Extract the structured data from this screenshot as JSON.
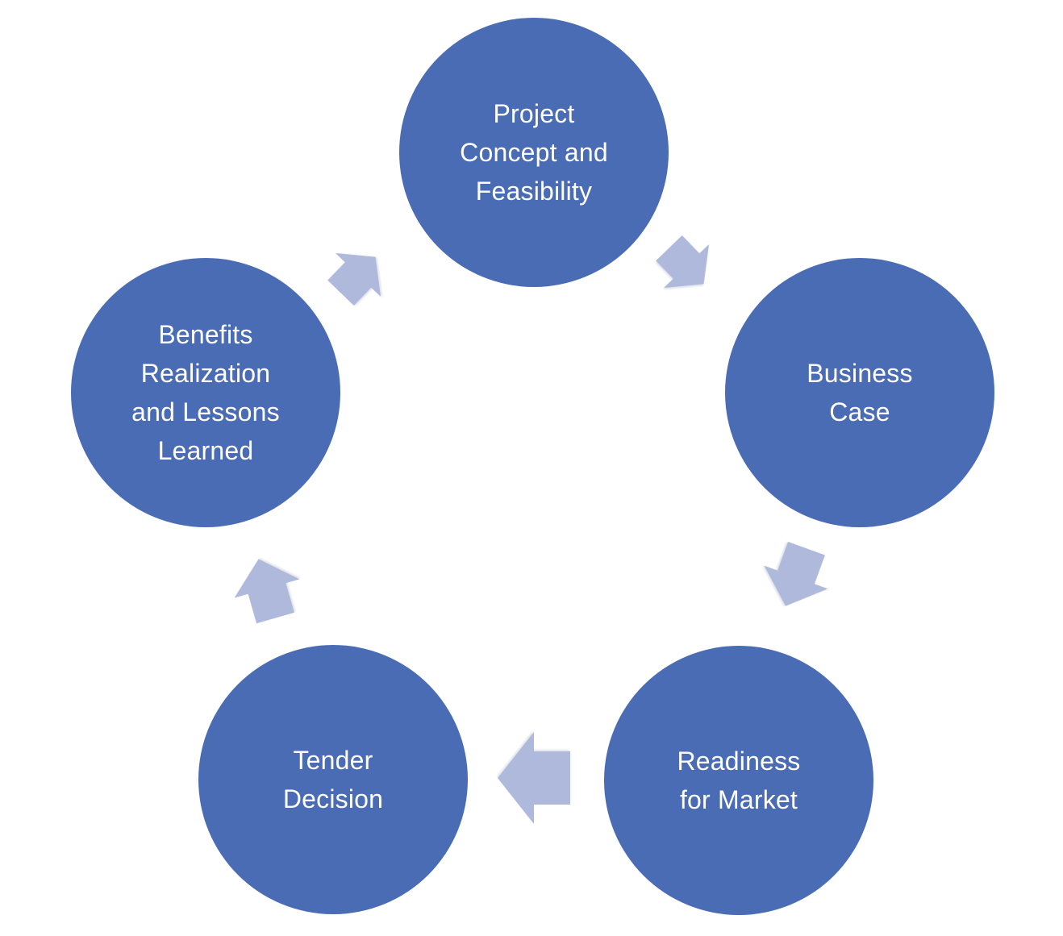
{
  "diagram": {
    "type": "cycle",
    "direction": "clockwise",
    "node_color": "#4A6CB4",
    "arrow_color": "#AFB9DC",
    "label_color": "#FFFFFF",
    "background_color": "#FFFFFF",
    "nodes": [
      {
        "id": "project-concept-and-feasibility",
        "label": "Project\nConcept and\nFeasibility",
        "position": "top"
      },
      {
        "id": "business-case",
        "label": "Business\nCase",
        "position": "right"
      },
      {
        "id": "readiness-for-market",
        "label": "Readiness\nfor Market",
        "position": "bottom-right"
      },
      {
        "id": "tender-decision",
        "label": "Tender\nDecision",
        "position": "bottom-left"
      },
      {
        "id": "benefits-realization-and-lessons-learned",
        "label": "Benefits\nRealization\nand Lessons\nLearned",
        "position": "left"
      }
    ],
    "arrows": [
      {
        "id": "arrow-top-right",
        "from": "project-concept-and-feasibility",
        "to": "business-case"
      },
      {
        "id": "arrow-right",
        "from": "business-case",
        "to": "readiness-for-market"
      },
      {
        "id": "arrow-bottom",
        "from": "readiness-for-market",
        "to": "tender-decision"
      },
      {
        "id": "arrow-left",
        "from": "tender-decision",
        "to": "benefits-realization-and-lessons-learned"
      },
      {
        "id": "arrow-top-left",
        "from": "benefits-realization-and-lessons-learned",
        "to": "project-concept-and-feasibility"
      }
    ]
  }
}
